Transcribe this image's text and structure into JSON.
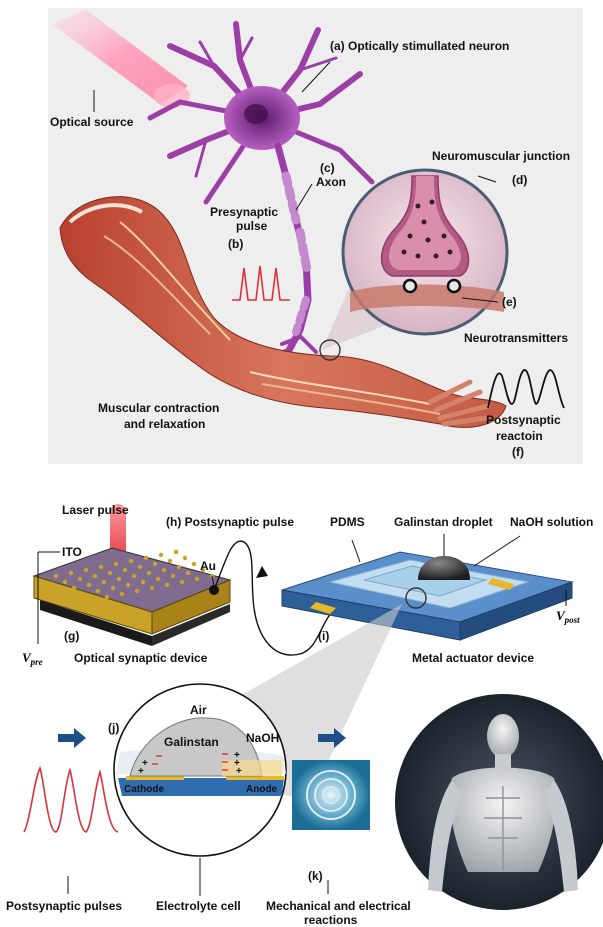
{
  "top_panel": {
    "label_a": "(a)  Optically stimullated neuron",
    "optical_source": "Optical  source",
    "label_c": "(c)",
    "axon": "Axon",
    "presynaptic_1": "Presynaptic",
    "presynaptic_2": "pulse",
    "label_b": "(b)",
    "nmj": "Neuromuscular  junction",
    "label_d": "(d)",
    "label_e": "(e)",
    "neurotransmitters": "Neurotransmitters",
    "muscular_1": "Muscular contraction",
    "muscular_2": "and relaxation",
    "postsynaptic_1": "Postsynaptic",
    "postsynaptic_2": "reactoin",
    "label_f": "(f)"
  },
  "bottom_panel": {
    "laser_pulse": "Laser pulse",
    "label_h": "(h) Postsynaptic pulse",
    "pdms": "PDMS",
    "galinstan_droplet": "Galinstan droplet",
    "naoh_solution": "NaOH solution",
    "ito": "ITO",
    "au": "Au",
    "label_g": "(g)",
    "label_i": "(i)",
    "v_pre": "V",
    "v_pre_sub": "pre",
    "v_post": "V",
    "v_post_sub": "post",
    "optical_synaptic_device": "Optical synaptic device",
    "metal_actuator_device": "Metal  actuator device",
    "label_j": "(j)",
    "air": "Air",
    "galinstan": "Galinstan",
    "naoh": "NaOH",
    "cathode": "Cathode",
    "anode": "Anode",
    "postsynaptic_pulses": "Postsynaptic pulses",
    "electrolyte_cell": "Electrolyte cell",
    "label_k": "(k)",
    "mech_1": "Mechanical and electrical",
    "mech_2": "reactions"
  },
  "colors": {
    "panel_bg": "#eeeeee",
    "neuron": "#9b3fa6",
    "pulse_red": "#d8333a",
    "arrow_blue": "#1f4e8a",
    "device_blue": "#3f78b8",
    "gold": "#c9a227"
  }
}
